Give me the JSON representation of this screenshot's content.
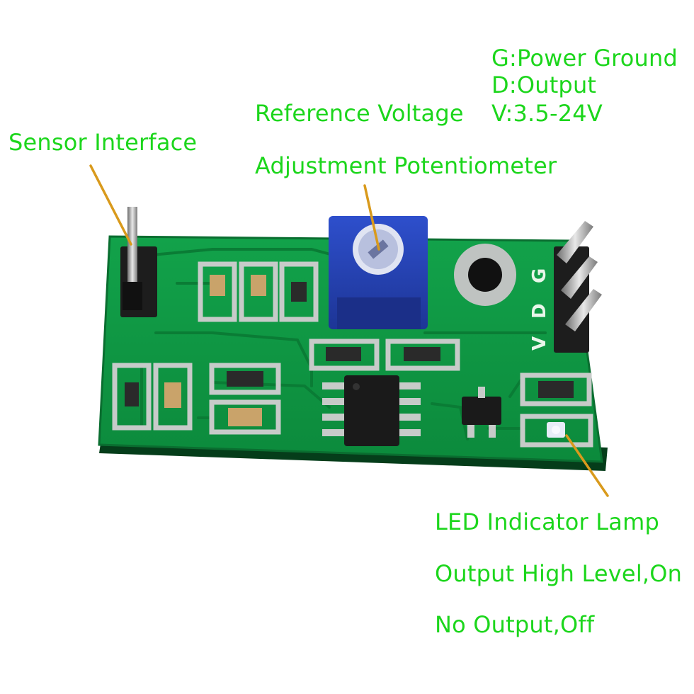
{
  "colors": {
    "label_text": "#1cd61c",
    "pcb_green": "#0f9a45",
    "pcb_dark": "#0a6e30",
    "pcb_edge": "#053d1a",
    "pad_silver": "#c7cbc9",
    "pot_blue": "#2340b4",
    "leader_line": "#d99a1c",
    "chip_black": "#1a1a1a"
  },
  "labels": {
    "sensor_interface": "Sensor Interface",
    "reference_voltage": "Reference Voltage",
    "adjustment_potentiometer": "Adjustment Potentiometer",
    "pin_g": "G:Power Ground",
    "pin_d": "D:Output",
    "pin_v": "V:3.5-24V",
    "led_indicator": "LED Indicator Lamp",
    "output_high": "Output High Level,On",
    "no_output": "No Output,Off"
  },
  "silkscreen": {
    "pin_g": "G",
    "pin_d": "D",
    "pin_v": "V"
  }
}
